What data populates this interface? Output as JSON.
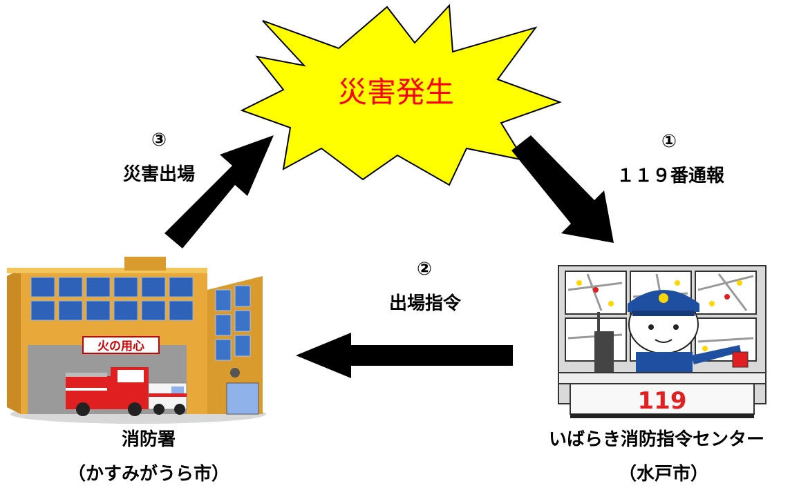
{
  "event": {
    "label": "災害発生",
    "burst_color": "#ffff00",
    "text_color": "#ff0000"
  },
  "steps": [
    {
      "number": "①",
      "label": "１１９番通報"
    },
    {
      "number": "②",
      "label": "出場指令"
    },
    {
      "number": "③",
      "label": "災害出場"
    }
  ],
  "fire_station": {
    "name": "消防署",
    "city": "（かすみがうら市）",
    "sign": "火の用心"
  },
  "dispatch_center": {
    "name": "いばらき消防指令センター",
    "city": "（水戸市）",
    "desk_number": "119"
  }
}
